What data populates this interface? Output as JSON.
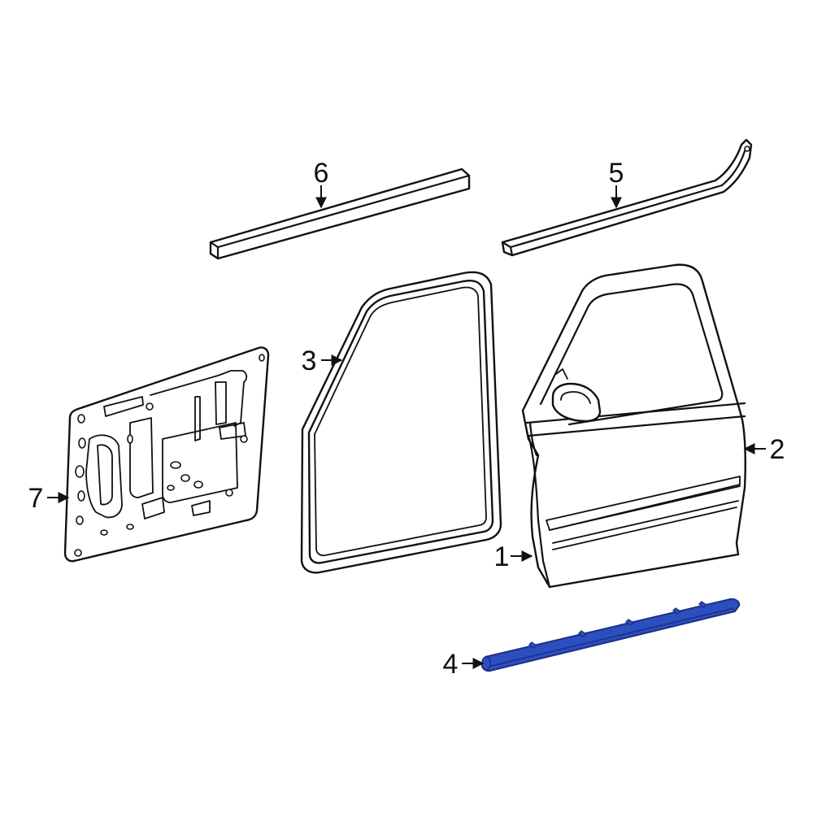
{
  "callouts": {
    "c1": "1",
    "c2": "2",
    "c3": "3",
    "c4": "4",
    "c5": "5",
    "c6": "6",
    "c7": "7"
  },
  "colors": {
    "line": "#111111",
    "background": "#ffffff",
    "highlight_fill": "#2b4fbe",
    "highlight_stroke": "#1c2f86"
  },
  "highlighted_part": "4"
}
